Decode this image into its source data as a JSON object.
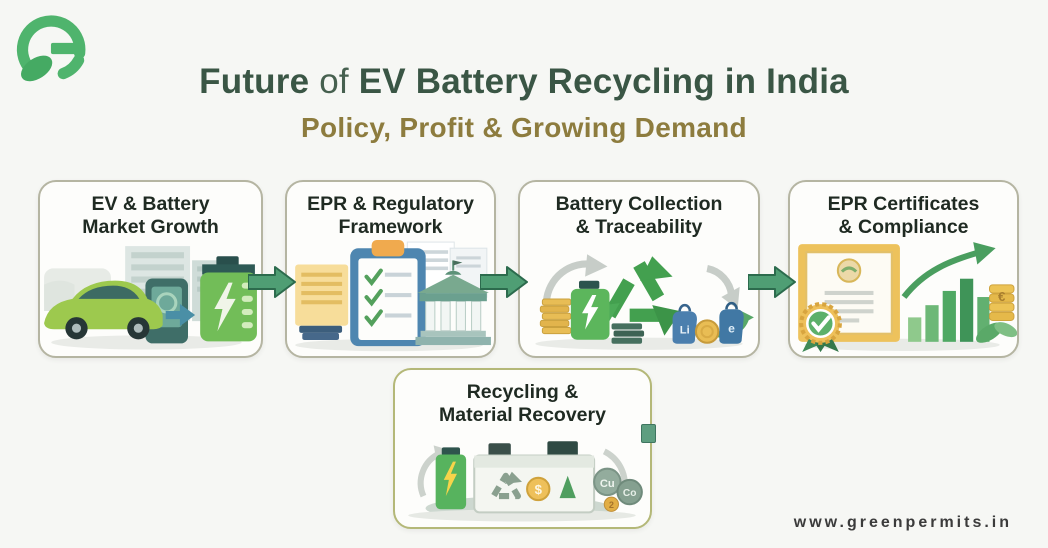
{
  "header": {
    "title_future": "Future",
    "title_of": " of ",
    "title_rest": "EV Battery Recycling in India",
    "subtitle": "Policy, Profit & Growing Demand"
  },
  "boxes": [
    {
      "line1": "EV & Battery",
      "line2": "Market Growth"
    },
    {
      "line1": "EPR & Regulatory",
      "line2": "Framework"
    },
    {
      "line1": "Battery Collection",
      "line2": "& Traceability"
    },
    {
      "line1": "EPR Certificates",
      "line2": "& Compliance"
    },
    {
      "line1": "Recycling &",
      "line2": "Material Recovery"
    }
  ],
  "illustration_labels": {
    "li_bag": "Li",
    "e_bag": "e",
    "cu_bubble": "Cu",
    "co_bubble": "Co",
    "coin_2": "2",
    "dollar_coin": "$",
    "euro_coin": "€"
  },
  "footer": {
    "website": "www.greenpermits.in"
  },
  "colors": {
    "brand_green": "#4fb46d",
    "title_green": "#3a5645",
    "subtitle_gold": "#8d7c3e",
    "arrow_green": "#4f9e74",
    "box_border": "#b5b5a2",
    "bottom_box_border": "#b4b878",
    "background": "#f6f7f4"
  }
}
